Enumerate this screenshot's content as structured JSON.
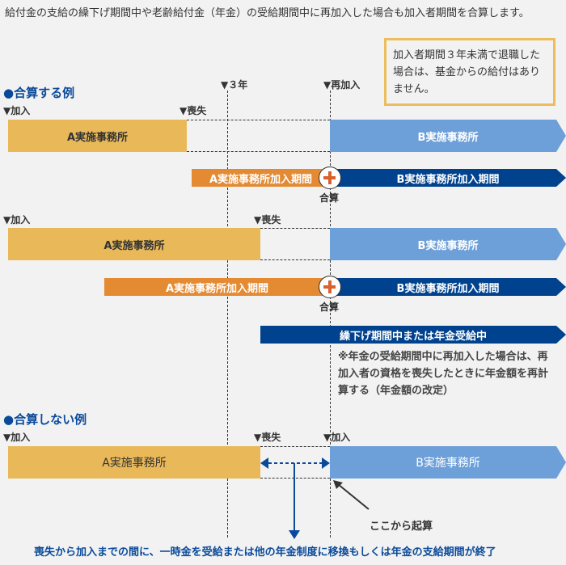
{
  "intro": "給付金の支給の繰下げ期間中や老齢給付金（年金）の受給期間中に再加入した場合も加入者期間を合算します。",
  "note_box": "加入者期間３年未満で退職した場合は、基金からの給付はありません。",
  "markers": {
    "three_years": "▼３年",
    "rejoin": "▼再加入"
  },
  "example1": {
    "heading": "●合算する例",
    "join": "▼加入",
    "loss": "▼喪失",
    "bar_a": "A実施事務所",
    "bar_b": "B実施事務所",
    "period_a": "A実施事務所加入期間",
    "period_b": "B実施事務所加入期間",
    "sum": "合算"
  },
  "example2": {
    "join": "▼加入",
    "loss": "▼喪失",
    "bar_a": "A実施事務所",
    "bar_b": "B実施事務所",
    "period_a": "A実施事務所加入期間",
    "period_b": "B実施事務所加入期間",
    "sum": "合算",
    "deferral": "繰下げ期間中または年金受給中",
    "memo": "※年金の受給期間中に再加入した場合は、再加入者の資格を喪失したときに年金額を再計算する（年金額の改定）"
  },
  "example3": {
    "heading": "●合算しない例",
    "join": "▼加入",
    "loss": "▼喪失",
    "join2": "▼加入",
    "bar_a": "A実施事務所",
    "bar_b": "B実施事務所",
    "start_here": "ここから起算",
    "bottom": "喪失から加入までの間に、一時金を受給または他の年金制度に移換もしくは年金の支給期間が終了"
  }
}
